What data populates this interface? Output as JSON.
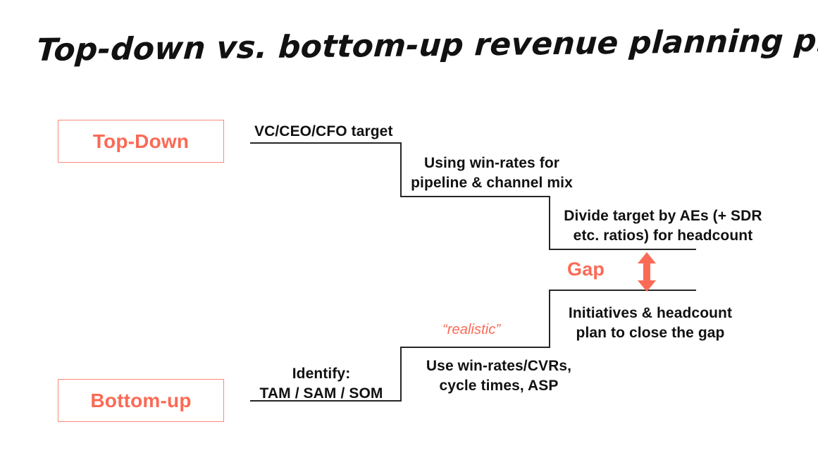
{
  "title": "Top-down vs. bottom-up revenue planning process",
  "colors": {
    "accent": "#fb6a55",
    "accent_border": "#f98a78",
    "text": "#111111",
    "line": "#262626",
    "background": "#ffffff"
  },
  "side_labels": {
    "top_down": "Top-Down",
    "bottom_up": "Bottom-up"
  },
  "top_down_steps": [
    {
      "text": "VC/CEO/CFO target"
    },
    {
      "text": "Using win-rates for\npipeline & channel mix"
    },
    {
      "text": "Divide target by AEs (+ SDR\netc. ratios) for headcount"
    }
  ],
  "bottom_up_steps": [
    {
      "text": "Identify:\nTAM / SAM / SOM"
    },
    {
      "text": "Use win-rates/CVRs,\ncycle times, ASP"
    },
    {
      "text": "Initiatives & headcount\nplan to close the gap"
    }
  ],
  "gap": {
    "label": "Gap",
    "arrow_icon": "double-headed-vertical-arrow-icon"
  },
  "annotations": {
    "realistic": "“realistic”"
  }
}
